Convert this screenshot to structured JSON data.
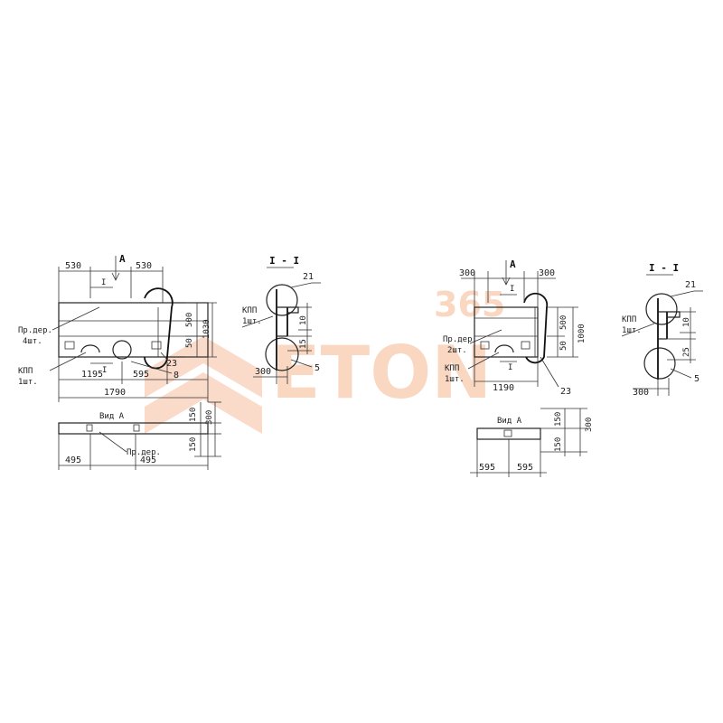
{
  "left_plan": {
    "dim_top_left": "530",
    "dim_top_right": "530",
    "view_arrow": "A",
    "section_mark": "I",
    "dim_side_upper": "500",
    "dim_side_lower": "50",
    "dim_side_total": "1030",
    "dim_bottom_center": "1195",
    "dim_bottom_right": "595",
    "dim_total": "1790",
    "leader_label_1": "Пр.дер.",
    "leader_label_1_qty": "4шт.",
    "leader_label_2": "КПП",
    "leader_label_2_qty": "1шт.",
    "callout_23": "23",
    "callout_8": "8"
  },
  "left_view": {
    "title": "Вид А",
    "dim_left": "495",
    "dim_right": "495",
    "dim_h_upper": "150",
    "dim_h_lower": "150",
    "dim_h_total": "300",
    "leader_label": "Пр.дер."
  },
  "left_section": {
    "title": "I - I",
    "callout_21": "21",
    "label_kpp": "КПП",
    "label_kpp_qty": "1шт.",
    "dim_10": "10",
    "dim_15": "15",
    "dim_300": "300",
    "callout_5": "5"
  },
  "right_plan": {
    "dim_top_left": "300",
    "dim_top_right": "300",
    "view_arrow": "A",
    "section_mark": "I",
    "dim_side_upper": "500",
    "dim_side_lower": "50",
    "dim_side_total": "1000",
    "dim_bottom_center": "1190",
    "leader_label_1": "Пр.дер.",
    "leader_label_1_qty": "2шт.",
    "leader_label_2": "КПП",
    "leader_label_2_qty": "1шт.",
    "callout_23": "23"
  },
  "right_view": {
    "title": "Вид А",
    "dim_left": "595",
    "dim_right": "595",
    "dim_h_upper": "150",
    "dim_h_lower": "150",
    "dim_h_total": "300"
  },
  "right_section": {
    "title": "I - I",
    "callout_21": "21",
    "label_kpp": "КПП",
    "label_kpp_qty": "1шт.",
    "dim_10": "10",
    "dim_25": "25",
    "dim_300": "300",
    "callout_5": "5"
  },
  "watermark": {
    "brand": "ETON",
    "badge": "365"
  }
}
